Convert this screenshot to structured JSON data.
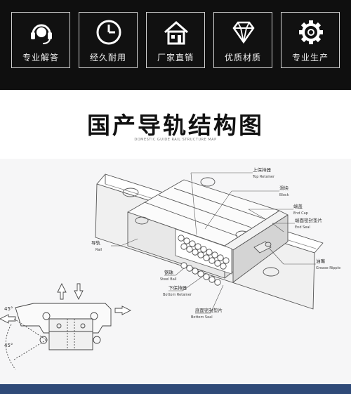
{
  "header": {
    "features": [
      {
        "icon": "headset-icon",
        "label": "专业解答"
      },
      {
        "icon": "clock-icon",
        "label": "经久耐用"
      },
      {
        "icon": "house-icon",
        "label": "厂家直销"
      },
      {
        "icon": "diamond-icon",
        "label": "优质材质"
      },
      {
        "icon": "gear-icon",
        "label": "专业生产"
      }
    ]
  },
  "title": {
    "main": "国产导轨结构图",
    "sub": "DOMESTIC GUIDE RAIL STRUCTURE MAP"
  },
  "diagram": {
    "angles": {
      "top": "45°",
      "bottom": "45°"
    },
    "labels": {
      "top_retainer": {
        "cn": "上保持器",
        "en": "Top Retainer"
      },
      "block": {
        "cn": "滑块",
        "en": "Block"
      },
      "end_cap": {
        "cn": "端盖",
        "en": "End Cap"
      },
      "end_seal": {
        "cn": "端面密封垫片",
        "en": "End Seal"
      },
      "grease_nipple": {
        "cn": "油嘴",
        "en": "Grease Nipple"
      },
      "rail": {
        "cn": "导轨",
        "en": "Rail"
      },
      "steel_ball": {
        "cn": "钢珠",
        "en": "Steel Ball"
      },
      "bottom_retainer": {
        "cn": "下保持器",
        "en": "Bottom Retainer"
      },
      "bottom_seal": {
        "cn": "底面密封垫片",
        "en": "Bottom Seal"
      }
    }
  },
  "colors": {
    "header_bg": "#0f0f0f",
    "footer_bar": "#2f4a78",
    "panel_bg": "#f6f6f7"
  }
}
